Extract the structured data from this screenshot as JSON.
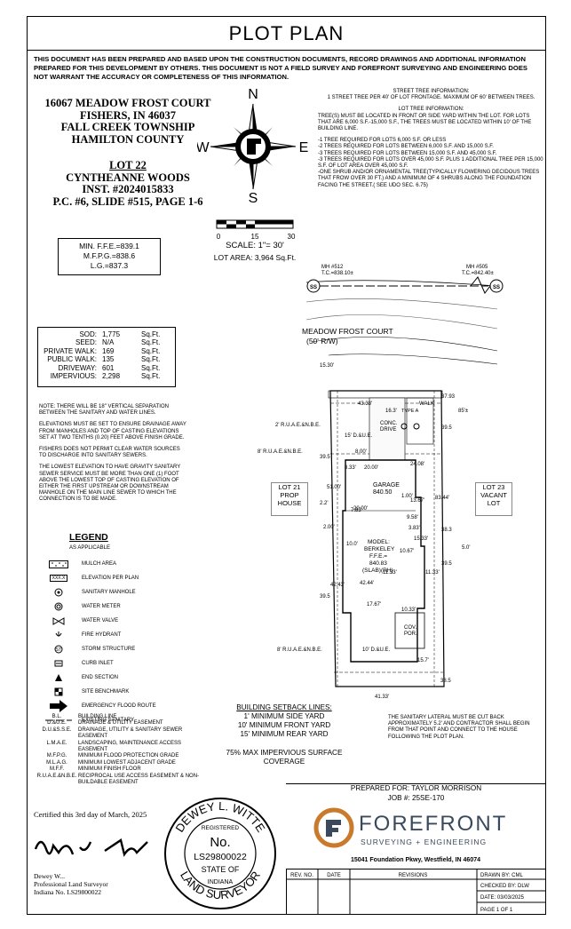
{
  "title": "PLOT PLAN",
  "disclaimer": "THIS DOCUMENT HAS BEEN PREPARED AND BASED UPON THE CONSTRUCTION DOCUMENTS, RECORD DRAWINGS AND ADDITIONAL INFORMATION PREPARED FOR THIS DEVELOPMENT BY OTHERS. THIS DOCUMENT IS NOT A FIELD SURVEY AND FOREFRONT SURVEYING AND ENGINEERING DOES NOT WARRANT THE ACCURACY OR COMPLETENESS OF THIS INFORMATION.",
  "address": {
    "line1": "16067 MEADOW FROST COURT",
    "line2": "FISHERS, IN 46037",
    "line3": "FALL CREEK TOWNSHIP",
    "line4": "HAMILTON COUNTY"
  },
  "lot_info": {
    "lot": "LOT 22",
    "subdivision": "CYNTHEANNE WOODS",
    "inst": "INST. #2024015833",
    "plat": "P.C. #6, SLIDE #515, PAGE 1-6"
  },
  "street_tree": {
    "h1": "STREET TREE INFORMATION:",
    "p1": "1 STREET TREE PER 40' OF LOT FRONTAGE. MAXIMUM OF 60' BETWEEN TREES.",
    "h2": "LOT TREE INFORMATION:",
    "p2": "TREE(S) MUST BE LOCATED IN FRONT OR SIDE YARD WITHIN THE LOT. FOR LOTS THAT ARE 6,000 S.F.-15,000 S.F., THE TREES MUST BE LOCATED WITHIN 10' OF THE BUILDING LINE.",
    "b1": "-1 TREE REQUIRED FOR LOTS 6,000 S.F. OR LESS",
    "b2": "-2 TREES REQUIRED FOR LOTS BETWEEN 6,000 S.F. AND 15,000 S.F.",
    "b3": "-3 TREES REQUIRED FOR LOTS BETWEEN 15,000 S.F. AND 45,000 S.F.",
    "b4": "-3 TREES REQUIRED FOR LOTS OVER 45,000 S.F. PLUS 1 ADDITIONAL TREE PER 15,000 S.F. OF LOT AREA OVER 45,000 S.F.",
    "b5": "-ONE SHRUB AND/OR ORNAMENTAL TREE(TYPICALLY FLOWERING DECIDOUS TREES THAT FROW OVER 30 FT.) AND A MINIMUM OF 4 SHRUBS ALONG THE FOUNDATION FACING THE STREET.( SEE UDO SEC. 6.75)"
  },
  "compass": {
    "n": "N",
    "s": "S",
    "e": "E",
    "w": "W"
  },
  "scale": {
    "t0": "0",
    "t1": "15",
    "t2": "30",
    "label": "SCALE: 1\"= 30'",
    "lot_area": "LOT AREA: 3,964 Sq.Ft."
  },
  "elevations": {
    "ffe": "MIN.  F.F.E.=839.1",
    "mfpg": "M.F.P.G.=838.6",
    "lg": "L.G.=837.3"
  },
  "areas": [
    {
      "label": "SOD:",
      "value": "1,775",
      "unit": "Sq.Ft."
    },
    {
      "label": "SEED:",
      "value": "N/A",
      "unit": "Sq.Ft."
    },
    {
      "label": "PRIVATE WALK:",
      "value": "169",
      "unit": "Sq.Ft."
    },
    {
      "label": "PUBLIC WALK:",
      "value": "135",
      "unit": "Sq.Ft."
    },
    {
      "label": "DRIVEWAY:",
      "value": "601",
      "unit": "Sq.Ft."
    },
    {
      "label": "IMPERVIOUS:",
      "value": "2,298",
      "unit": "Sq.Ft."
    }
  ],
  "notes": {
    "n1": "NOTE: THERE WILL BE 18\" VERTICAL SEPARATION BETWEEN THE SANITARY AND WATER LINES.",
    "n2": "ELEVATIONS MUST BE SET TO ENSURE DRAINAGE AWAY FROM MANHOLES AND TOP OF CASTING ELEVATIONS SET AT TWO TENTHS (0.20) FEET ABOVE FINISH GRADE.",
    "n3": "FISHERS DOES NOT PERMIT CLEAR WATER SOURCES TO DISCHARGE INTO SANITARY SEWERS.",
    "n4": "THE LOWEST ELEVATION TO HAVE GRAVITY SANITARY SEWER SERVICE MUST BE MORE THAN ONE (1) FOOT ABOVE THE LOWEST TOP OF CASTING ELEVATION OF EITHER THE FIRST UPSTREAM OR DOWNSTREAM MANHOLE ON THE MAIN LINE SEWER TO WHICH THE CONNECTION IS TO BE MADE."
  },
  "legend": {
    "title": "LEGEND",
    "sub": "AS APPLICABLE",
    "items": [
      {
        "icon": "mulch-area-icon",
        "label": "MULCH AREA"
      },
      {
        "icon": "elevation-icon",
        "label": "ELEVATION PER PLAN"
      },
      {
        "icon": "sanitary-manhole-icon",
        "label": "SANITARY MANHOLE"
      },
      {
        "icon": "water-meter-icon",
        "label": "WATER METER"
      },
      {
        "icon": "water-valve-icon",
        "label": "WATER VALVE"
      },
      {
        "icon": "fire-hydrant-icon",
        "label": "FIRE HYDRANT"
      },
      {
        "icon": "storm-structure-icon",
        "label": "STORM STRUCTURE"
      },
      {
        "icon": "curb-inlet-icon",
        "label": "CURB INLET"
      },
      {
        "icon": "end-section-icon",
        "label": "END SECTION"
      },
      {
        "icon": "site-benchmark-icon",
        "label": "SITE BENCHMARK"
      },
      {
        "icon": "emergency-flood-route-icon",
        "label": "EMERGENCY FLOOD ROUTE"
      },
      {
        "icon": "existing-sanitary-icon",
        "label": "EXISTING SANITARY"
      }
    ],
    "elev_symbol": "XXX.X"
  },
  "abbreviations": [
    {
      "k": "B.L.",
      "v": "BUILDING LINE"
    },
    {
      "k": "D.&U.E.",
      "v": "DRAINAGE & UTILITY EASEMENT"
    },
    {
      "k": "D.U.&S.S.E.",
      "v": "DRAINAGE, UTILITY & SANITARY SEWER EASEMENT"
    },
    {
      "k": "L.M.A.E.",
      "v": "LANDSCAPING, MAINTENANCE ACCESS EASEMENT"
    },
    {
      "k": "M.F.P.G.",
      "v": "MINIMUM FLOOD PROTECTION GRADE"
    },
    {
      "k": "M.L.A.G.",
      "v": "MINIMUM LOWEST ADJACENT GRADE"
    },
    {
      "k": "M.F.F.",
      "v": "MINIMUM FINISH FLOOR"
    },
    {
      "k": "R.U.A.E.&N.B.E.",
      "v": "RECIPROCAL USE ACCESS EASEMENT & NON-BUILDABLE EASEMENT"
    }
  ],
  "setbacks": {
    "title": "BUILDING SETBACK LINES:",
    "side": "1' MINIMUM SIDE YARD",
    "front": "10' MINIMUM FRONT YARD",
    "rear": "15' MINIMUM REAR YARD",
    "impervious1": "75% MAX IMPERVIOUS SURFACE",
    "impervious2": "COVERAGE"
  },
  "sanitary_note": "THE SANITARY LATERAL MUST BE CUT BACK APPROXIMATELY 5.2' AND CONTRACTOR SHALL BEGIN FROM THAT POINT AND CONNECT TO THE HOUSE FOLLOWING THE PLOT PLAN.",
  "plan": {
    "mh_left": "MH #512",
    "tc_left": "T.C.=838.10±",
    "mh_right": "MH #505",
    "tc_right": "T.C.=842.40±",
    "ss": "SS",
    "street": "MEADOW FROST COURT",
    "row": "(50' R/W)",
    "lot21_1": "LOT 21",
    "lot21_2": "PROP",
    "lot21_3": "HOUSE",
    "lot23_1": "LOT 23",
    "lot23_2": "VACANT",
    "lot23_3": "LOT",
    "garage": "GARAGE",
    "garage_elev": "840.50",
    "model1": "MODEL:",
    "model2": "BERKELEY",
    "model3": "F.F.E.=",
    "model4": "840.83",
    "model5": "(SLAB)(RH)",
    "drive1": "CONC.",
    "drive2": "DRIVE",
    "cov1": "COV.",
    "cov2": "POR.",
    "walk": "WALK",
    "type": "TYPE A",
    "ruae1": "2' R.U.A.E.&N.B.E.",
    "ruae2": "8' R.U.A.E.&N.B.E.",
    "ruae3": "8' R.U.A.E.&N.B.E.",
    "due1": "15' D.&U.E.",
    "due2": "10' D.&U.E.",
    "d_4333": "43.33'",
    "d_163": "16.3'",
    "d_3793": "37.93",
    "d_85": "85'±",
    "d_395a": "39.5",
    "d_395b": "39.5",
    "d_395c": "39.5",
    "d_395d": "39.5",
    "d_383": "38.3",
    "d_385": "38.5",
    "d_2000a": "20.00'",
    "d_2000b": "20.00'",
    "d_2408": "24.08'",
    "d_5100": "51.00'",
    "d_833": "8.33'",
    "d_22": "2.2'",
    "d_783": "7.83'",
    "d_200": "2.00'",
    "d_100": "1.00'",
    "d_1367": "13.67'",
    "d_383b": "3.83'",
    "d_1533": "15.33'",
    "d_1067": "10.67'",
    "d_50": "5.0'",
    "d_1133a": "11.33'",
    "d_1133b": "11.33'",
    "d_1767": "17.67'",
    "d_1033": "10.33'",
    "d_4244": "42.44'",
    "d_4243": "42.43'",
    "d_4133": "41.33'",
    "d_8344": "83.44'",
    "d_800": "8.00'",
    "d_1000": "10.0'",
    "d_157": "15.7'",
    "d_1530": "15.30'",
    "d_958": "9.58'"
  },
  "prepared": {
    "for": "PREPARED FOR: TAYLOR MORRISON",
    "job": "JOB #: 25SE-170"
  },
  "company": {
    "name": "FOREFRONT",
    "tagline": "SURVEYING + ENGINEERING",
    "address": "15041 Foundation Pkwy, Westfield, IN 46074"
  },
  "certification": "Certified this 3rd day of March, 2025",
  "surveyor": {
    "name": "Dewey W...",
    "title": "Professional Land Surveyor",
    "license": "Indiana No. LS29800022"
  },
  "seal": {
    "top": "DEWEY L. WITTE",
    "registered": "REGISTERED",
    "no": "No.",
    "num": "LS29800022",
    "state": "STATE OF",
    "indiana": "INDIANA",
    "bottom": "LAND SURVEYOR"
  },
  "revisions": {
    "col1": "REV. NO.",
    "col2": "DATE",
    "col3": "REVISIONS",
    "drawn": "DRAWN BY: CML",
    "checked": "CHECKED BY: DLW",
    "date": "DATE: 03/03/2025",
    "page": "PAGE 1 OF 1"
  }
}
